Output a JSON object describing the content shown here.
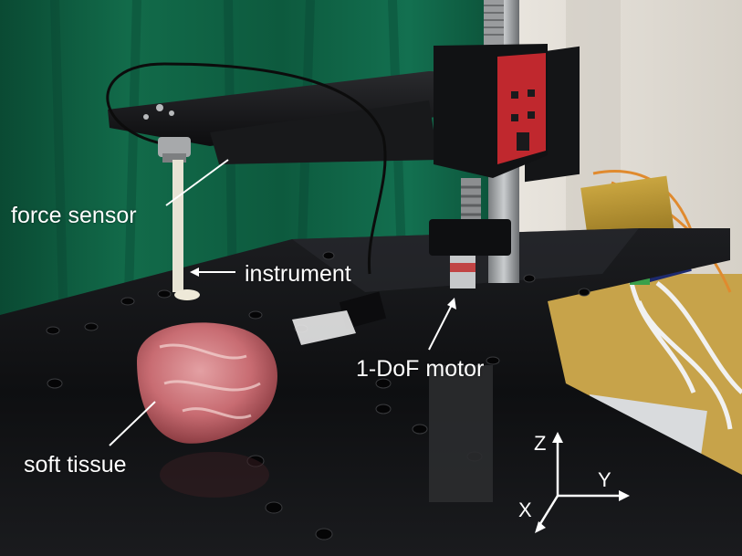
{
  "labels": {
    "force_sensor": "force sensor",
    "instrument": "instrument",
    "motor": "1-DoF motor",
    "soft_tissue": "soft tissue"
  },
  "axes": {
    "z": "Z",
    "y": "Y",
    "x": "X"
  },
  "colors": {
    "curtain": "#0f5a3e",
    "table": "#121315",
    "wall": "#e7e3dc",
    "motor_block_red": "#c0282e",
    "tissue": "#c9757a",
    "label_text": "#ffffff",
    "callout_line": "#ffffff"
  }
}
